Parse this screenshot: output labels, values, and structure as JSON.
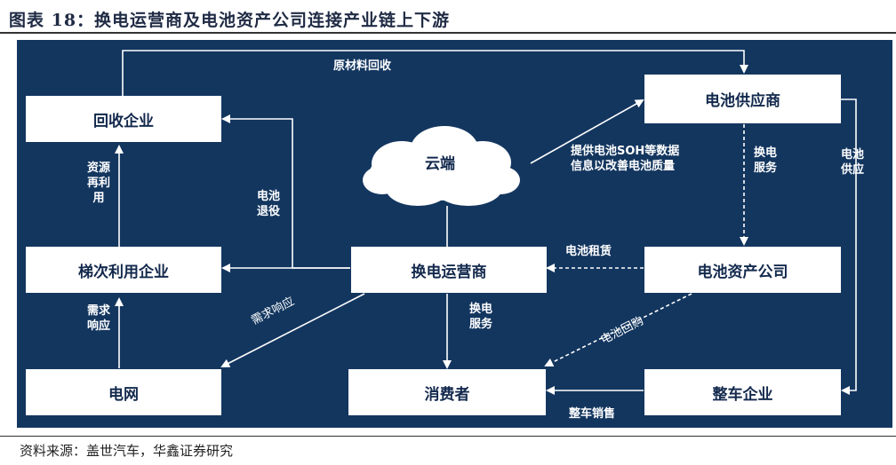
{
  "header": {
    "title": "图表 18：换电运营商及电池资产公司连接产业链上下游"
  },
  "footer": {
    "source": "资料来源：盖世汽车，华鑫证券研究"
  },
  "nodes": {
    "recycling": "回收企业",
    "cascade": "梯次利用企业",
    "grid": "电网",
    "cloud": "云端",
    "operator": "换电运营商",
    "consumer": "消费者",
    "supplier": "电池供应商",
    "asset": "电池资产公司",
    "vehicle": "整车企业"
  },
  "edges": {
    "raw_material": "原材料回收",
    "resource_reuse": "资源再利用",
    "battery_retire": "电池退役",
    "demand_response_left": "需求响应",
    "demand_response_diag": "需求响应",
    "data_provide": "提供电池SOH等数据信息以改善电池质量",
    "swap_service_supplier": "换电服务",
    "battery_supply": "电池供应",
    "battery_lease": "电池租赁",
    "swap_service_operator": "换电服务",
    "battery_buyback": "电池回购",
    "vehicle_sales": "整车销售"
  },
  "colors": {
    "panel": "#13365f",
    "box": "#ffffff",
    "box_text": "#13294d",
    "line": "#ffffff"
  }
}
